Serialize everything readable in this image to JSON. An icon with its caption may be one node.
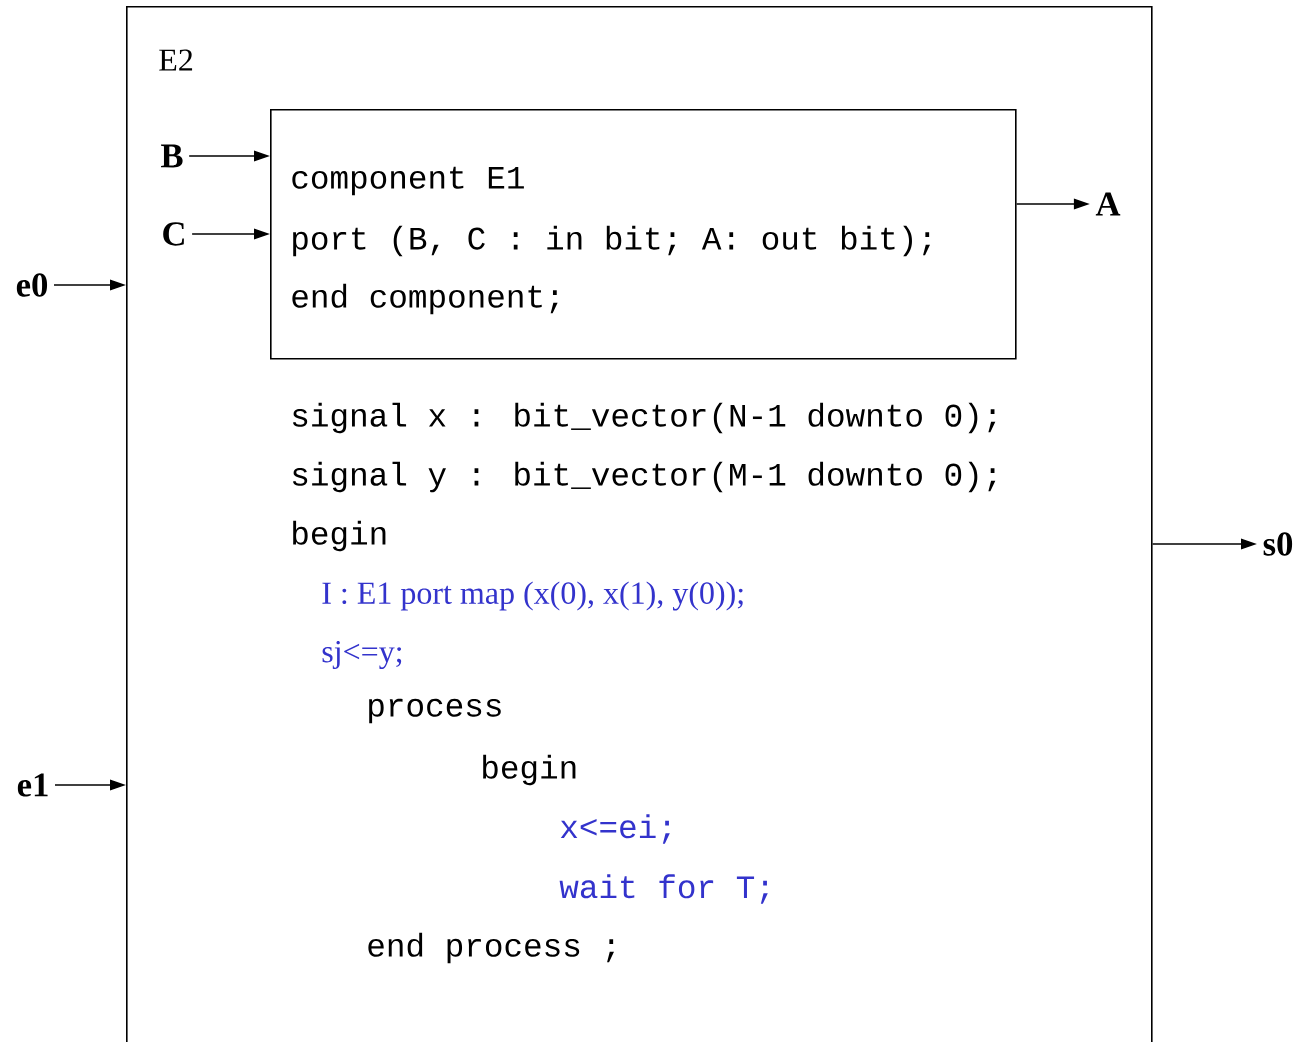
{
  "diagram": {
    "nodes": [
      {
        "text": [
          "E2",
          "signal x : bit_vector(N-1 downto 0);",
          "signal y : bit_vector(M-1 downto 0);",
          "begin",
          "I : E1 port map (x(0), x(1), y(0));",
          "sj<=y;",
          "process",
          "begin",
          "x<=ei;",
          "wait for T;",
          "end process ;"
        ]
      },
      {
        "text": [
          "component E1",
          "port (B, C : in bit; A: out bit);",
          "end component;"
        ],
        "in": 0
      },
      {
        "text": [
          "B"
        ],
        "in": 0
      },
      {
        "text": [
          "C"
        ],
        "in": 0
      },
      {
        "text": [
          "A"
        ],
        "in": 0
      },
      {
        "text": [
          "e0"
        ]
      },
      {
        "text": [
          "e1"
        ]
      },
      {
        "text": [
          "s0"
        ]
      }
    ],
    "edges": [
      {
        "from": 2,
        "to": 1,
        "arrow": "to"
      },
      {
        "from": 3,
        "to": 1,
        "arrow": "to"
      },
      {
        "from": 1,
        "to": 4,
        "arrow": "to"
      },
      {
        "from": 5,
        "to": 0,
        "arrow": "to"
      },
      {
        "from": 6,
        "to": 0,
        "arrow": "to"
      },
      {
        "from": 0,
        "to": 7,
        "arrow": "to"
      }
    ]
  }
}
